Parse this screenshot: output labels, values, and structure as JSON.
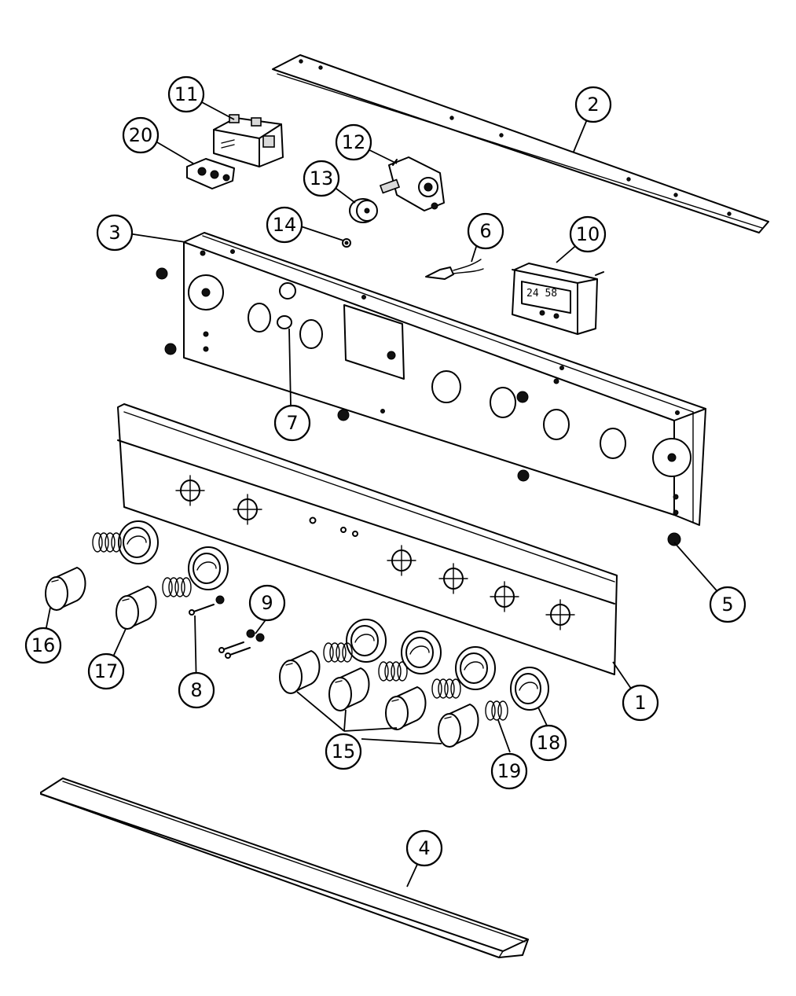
{
  "callouts": [
    {
      "id": "1",
      "label": "1"
    },
    {
      "id": "2",
      "label": "2"
    },
    {
      "id": "3",
      "label": "3"
    },
    {
      "id": "4",
      "label": "4"
    },
    {
      "id": "5",
      "label": "5"
    },
    {
      "id": "6",
      "label": "6"
    },
    {
      "id": "7",
      "label": "7"
    },
    {
      "id": "8",
      "label": "8"
    },
    {
      "id": "9",
      "label": "9"
    },
    {
      "id": "10",
      "label": "10"
    },
    {
      "id": "11",
      "label": "11"
    },
    {
      "id": "12",
      "label": "12"
    },
    {
      "id": "13",
      "label": "13"
    },
    {
      "id": "14",
      "label": "14"
    },
    {
      "id": "15",
      "label": "15"
    },
    {
      "id": "16",
      "label": "16"
    },
    {
      "id": "17",
      "label": "17"
    },
    {
      "id": "18",
      "label": "18"
    },
    {
      "id": "19",
      "label": "19"
    },
    {
      "id": "20",
      "label": "20"
    }
  ],
  "clock_display": "24 58"
}
